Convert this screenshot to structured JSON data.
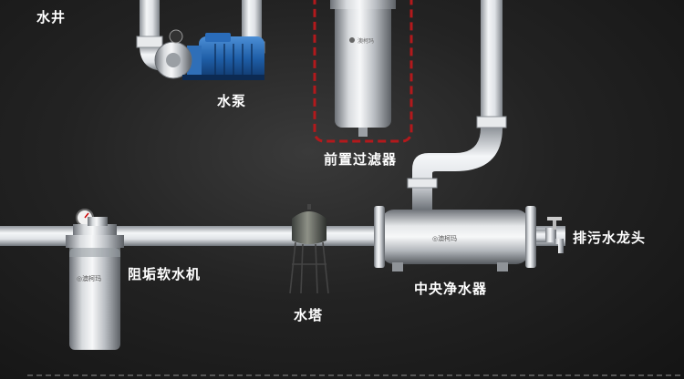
{
  "labels": {
    "well": "水井",
    "pump": "水泵",
    "prefilter": "前置过滤器",
    "softener": "阻垢软水机",
    "tower": "水塔",
    "central": "中央净水器",
    "faucet": "排污水龙头"
  },
  "colors": {
    "background": "#1e1e1e",
    "pipe": "#d9dde2",
    "pump_motor": "#1f5fa8",
    "highlight_dash": "#b3191c",
    "steel": "#c8ccd0"
  },
  "icons": {
    "pump": "water-pump-icon",
    "tower": "water-tower-icon",
    "faucet": "faucet-icon",
    "gauge": "pressure-gauge-icon"
  }
}
